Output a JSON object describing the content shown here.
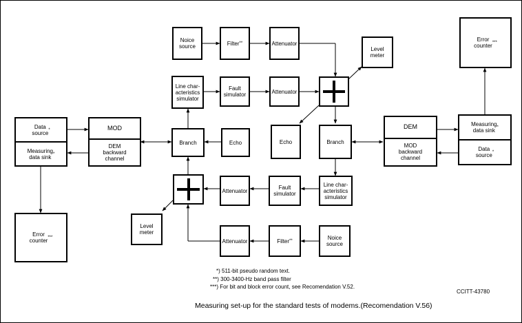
{
  "blocks": {
    "data_source_left": {
      "text": "Data\nsource",
      "mark": "*"
    },
    "measuring_sink_left": {
      "text": "Measuring\ndata sink",
      "mark": "*"
    },
    "mod_left": "MOD",
    "dem_backward_left": "DEM\nbackward\nchannel",
    "error_counter_left": {
      "text": "Error\ncounter",
      "mark": "***"
    },
    "branch_left": "Branch",
    "echo_left": "Echo",
    "line_sim_upper": "Line char-\nacteristics\nsimulator",
    "noise_source_upper": "Noice\nsource",
    "filter_upper": {
      "text": "Filter",
      "mark": "**"
    },
    "attenuator_upper1": "Attenuator",
    "fault_sim_upper": "Fault\nsimulator",
    "attenuator_upper2": "Attenuator",
    "level_meter_upper": "Level\nmeter",
    "echo_right": "Echo",
    "branch_right": "Branch",
    "line_sim_lower": "Line char-\nacteristics\nsimulator",
    "fault_sim_lower": "Fault\nsimulator",
    "attenuator_lower1": "Attenuator",
    "level_meter_lower": "Level\nmeter",
    "attenuator_lower2": "Attenuator",
    "filter_lower": {
      "text": "Filter",
      "mark": "**"
    },
    "noise_source_lower": "Noice\nsource",
    "dem_right": "DEM",
    "mod_backward_right": "MOD\nbackward\nchannel",
    "measuring_sink_right": {
      "text": "Measuring\ndata sink",
      "mark": "*"
    },
    "data_source_right": {
      "text": "Data\nsource",
      "mark": "*"
    },
    "error_counter_right": {
      "text": "Error\ncounter",
      "mark": "***"
    }
  },
  "notes": [
    "*) 511-bit pseudo random text.",
    "**) 300-3400-Hz band pass filter",
    "***) For bit and block error count, see Recomendation V.52."
  ],
  "reference": "CCITT-43780",
  "caption": "Measuring set-up for the standard tests of modems.(Recomendation V.56)",
  "colors": {
    "line": "#000000",
    "background": "#ffffff"
  }
}
